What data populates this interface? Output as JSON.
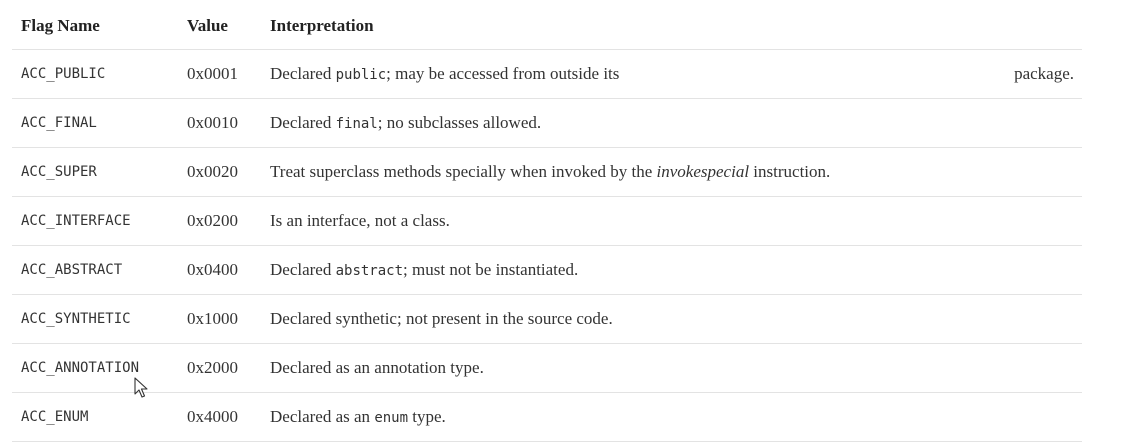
{
  "headers": {
    "name": "Flag Name",
    "value": "Value",
    "interpretation": "Interpretation"
  },
  "rows": [
    {
      "name": "ACC_PUBLIC",
      "value": "0x0001",
      "parts": [
        [
          "Declared ",
          "text"
        ],
        [
          "public",
          "code"
        ],
        [
          "; may be accessed from outside its",
          "text"
        ]
      ],
      "trailing": "package."
    },
    {
      "name": "ACC_FINAL",
      "value": "0x0010",
      "parts": [
        [
          "Declared ",
          "text"
        ],
        [
          "final",
          "code"
        ],
        [
          "; no subclasses allowed.",
          "text"
        ]
      ]
    },
    {
      "name": "ACC_SUPER",
      "value": "0x0020",
      "parts": [
        [
          "Treat superclass methods specially when invoked by the ",
          "text"
        ],
        [
          "invokespecial",
          "italic"
        ],
        [
          " instruction.",
          "text"
        ]
      ]
    },
    {
      "name": "ACC_INTERFACE",
      "value": "0x0200",
      "parts": [
        [
          "Is an interface, not a class.",
          "text"
        ]
      ]
    },
    {
      "name": "ACC_ABSTRACT",
      "value": "0x0400",
      "parts": [
        [
          "Declared ",
          "text"
        ],
        [
          "abstract",
          "code"
        ],
        [
          "; must not be instantiated.",
          "text"
        ]
      ]
    },
    {
      "name": "ACC_SYNTHETIC",
      "value": "0x1000",
      "parts": [
        [
          "Declared synthetic; not present in the source code.",
          "text"
        ]
      ]
    },
    {
      "name": "ACC_ANNOTATION",
      "value": "0x2000",
      "parts": [
        [
          "Declared as an annotation type.",
          "text"
        ]
      ]
    },
    {
      "name": "ACC_ENUM",
      "value": "0x4000",
      "parts": [
        [
          "Declared as an ",
          "text"
        ],
        [
          "enum",
          "code"
        ],
        [
          " type.",
          "text"
        ]
      ]
    }
  ]
}
